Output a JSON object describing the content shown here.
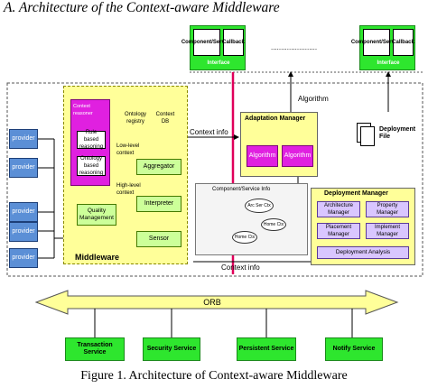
{
  "heading": "A.   Architecture of the Context-aware Middleware",
  "caption": "Figure 1.   Architecture of Context-aware Middleware",
  "colors": {
    "green": "#2ee62e",
    "yellow": "#ffff99",
    "magenta": "#e020e0",
    "lime": "#ccff99",
    "blue": "#5b8fd6",
    "lavender": "#d9c6ff",
    "red_line": "#e0005a",
    "orb_yellow": "#ffff99"
  },
  "top_components": [
    {
      "component": "Component/Service",
      "callback": "Callback",
      "interface": "Interface"
    },
    {
      "component": "Component/Service",
      "callback": "Callback",
      "interface": "Interface"
    }
  ],
  "top_dots": ".......................",
  "providers": [
    "provider",
    "provider",
    "provider",
    "provider",
    "provider"
  ],
  "middleware": {
    "title": "Middleware",
    "context_reasoner": "Context reasoner",
    "rule_based": "Rule based reasoning",
    "ontology_based": "Ontology based reasoning",
    "ontology_registry": "Ontology registry",
    "context_db": "Context DB",
    "low_level_context": "Low-level context",
    "high_level_context": "High-level context",
    "aggregator": "Aggregator",
    "interpreter": "Interpreter",
    "quality_management": "Quality Management",
    "sensor": "Sensor"
  },
  "labels": {
    "context_info_top": "Context info",
    "context_info_bottom": "Context info",
    "algorithm": "Algorithm",
    "deployment_file": "Deployment File"
  },
  "adaptation": {
    "title": "Adaptation Manager",
    "algorithms": [
      "Algorithm",
      "Algorithm"
    ]
  },
  "deployment": {
    "title": "Deployment Manager",
    "architecture": "Architecture Manager",
    "property": "Property Manager",
    "placement": "Placement Manager",
    "implement": "Implement Manager",
    "analysis": "Deployment Analysis"
  },
  "graph": {
    "title": "Component/Service Info",
    "nodes": [
      "Arc Ser Ctx",
      "Home Ctx",
      "Home Ctx"
    ]
  },
  "orb": "ORB",
  "services": [
    "Transaction Service",
    "Security Service",
    "Persistent Service",
    "Notify Service"
  ]
}
